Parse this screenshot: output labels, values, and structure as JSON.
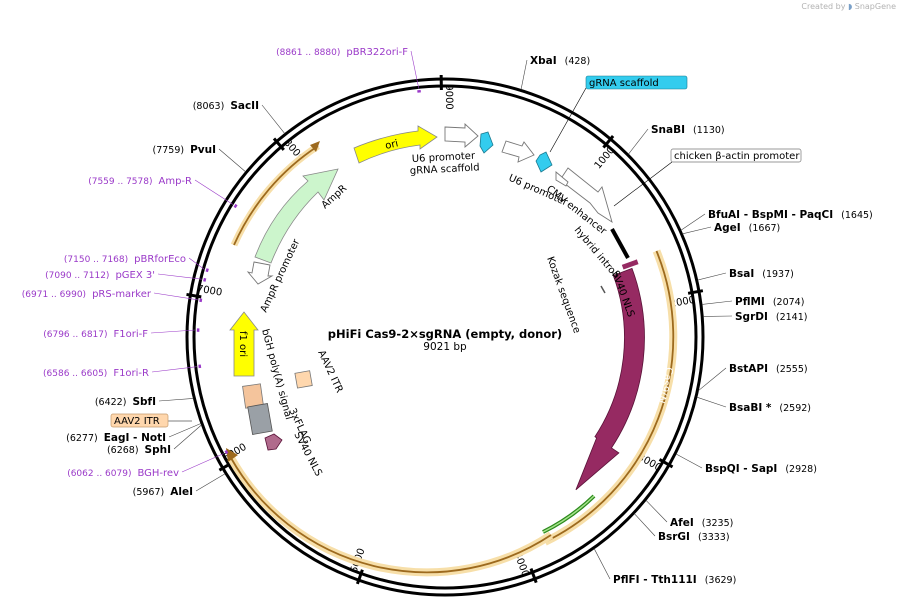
{
  "watermark": {
    "prefix": "Created by",
    "brand": "SnapGene"
  },
  "plasmid": {
    "name": "pHiFi Cas9-2×sgRNA (empty, donor)",
    "length": "9021 bp",
    "total_bp": 9021
  },
  "ticks": [
    {
      "bp": 1000,
      "label": "1000"
    },
    {
      "bp": 2000,
      "label": "2000"
    },
    {
      "bp": 3000,
      "label": "3000"
    },
    {
      "bp": 4000,
      "label": "4000"
    },
    {
      "bp": 5000,
      "label": "5000"
    },
    {
      "bp": 6000,
      "label": "6000"
    },
    {
      "bp": 7000,
      "label": "7000"
    },
    {
      "bp": 8000,
      "label": "8000"
    },
    {
      "bp": 9000,
      "label": "9000"
    }
  ],
  "enzymes": [
    {
      "name": "XbaI",
      "pos": "(428)",
      "bp": 428
    },
    {
      "name": "SnaBI",
      "pos": "(1130)",
      "bp": 1130
    },
    {
      "name": "BfuAI  - BspMI  - PaqCI",
      "pos": "(1645)",
      "bp": 1645
    },
    {
      "name": "AgeI",
      "pos": "(1667)",
      "bp": 1667
    },
    {
      "name": "BsaI",
      "pos": "(1937)",
      "bp": 1937
    },
    {
      "name": "PflMI",
      "pos": "(2074)",
      "bp": 2074
    },
    {
      "name": "SgrDI",
      "pos": "(2141)",
      "bp": 2141
    },
    {
      "name": "BstAPI",
      "pos": "(2555)",
      "bp": 2555
    },
    {
      "name": "BsaBI *",
      "pos": "(2592)",
      "bp": 2592
    },
    {
      "name": "BspQI  - SapI",
      "pos": "(2928)",
      "bp": 2928
    },
    {
      "name": "AfeI",
      "pos": "(3235)",
      "bp": 3235
    },
    {
      "name": "BsrGI",
      "pos": "(3333)",
      "bp": 3333
    },
    {
      "name": "PflFI  - Tth111I",
      "pos": "(3629)",
      "bp": 3629
    },
    {
      "name": "AleI",
      "pos": "(5967)",
      "bp": 5967
    },
    {
      "name": "SphI",
      "pos": "(6268)",
      "bp": 6268
    },
    {
      "name": "EagI  - NotI",
      "pos": "(6277)",
      "bp": 6277
    },
    {
      "name": "SbfI",
      "pos": "(6422)",
      "bp": 6422
    },
    {
      "name": "PvuI",
      "pos": "(7759)",
      "bp": 7759
    },
    {
      "name": "SacII",
      "pos": "(8063)",
      "bp": 8063
    }
  ],
  "primers": [
    {
      "range": "(8861 .. 8880)",
      "name": "pBR322ori-F",
      "bp": 8870
    },
    {
      "range": "(7559 .. 7578)",
      "name": "Amp-R",
      "bp": 7568
    },
    {
      "range": "(7150 .. 7168)",
      "name": "pBRforEco",
      "bp": 7159
    },
    {
      "range": "(7090 .. 7112)",
      "name": "pGEX 3'",
      "bp": 7101
    },
    {
      "range": "(6971 .. 6990)",
      "name": "pRS-marker",
      "bp": 6980
    },
    {
      "range": "(6796 .. 6817)",
      "name": "F1ori-F",
      "bp": 6806
    },
    {
      "range": "(6586 .. 6605)",
      "name": "F1ori-R",
      "bp": 6595
    },
    {
      "range": "(6062 .. 6079)",
      "name": "BGH-rev",
      "bp": 6070
    }
  ],
  "features": {
    "cas9": "Cas9(N)",
    "ori": "ori",
    "f1_ori": "f1 ori",
    "ampr": "AmpR",
    "ampr_promoter": "AmpR promoter",
    "u6_promoter_1": "U6 promoter",
    "grna_scaffold_1": "gRNA scaffold",
    "u6_promoter_2": "U6 promoter",
    "grna_scaffold_2": "gRNA scaffold",
    "cmv_enhancer": "CMV enhancer",
    "hybrid_intron": "hybrid intron",
    "chicken_actin": "chicken β-actin promoter",
    "sv40_nls_1": "SV40 NLS",
    "kozak": "Kozak sequence",
    "aav2_itr_inner": "AAV2 ITR",
    "aav2_itr_outer": "AAV2 ITR",
    "bgh_polya": "bGH poly(A) signal",
    "flag": "3xFLAG",
    "sv40_nls_2": "SV40 NLS"
  },
  "colors": {
    "cas9": "#962a62",
    "ori": "#ffff00",
    "f1_ori": "#ffff00",
    "ampr": "#ccf5cc",
    "grna_scaffold": "#33ccee",
    "aav2_itr": "#ffd7ad",
    "bgh": "#f4c49c",
    "flag": "#9aa0a6",
    "primer": "#9a39c8",
    "highlight": "#f7dfa9",
    "arc": "#9d6a1e"
  }
}
